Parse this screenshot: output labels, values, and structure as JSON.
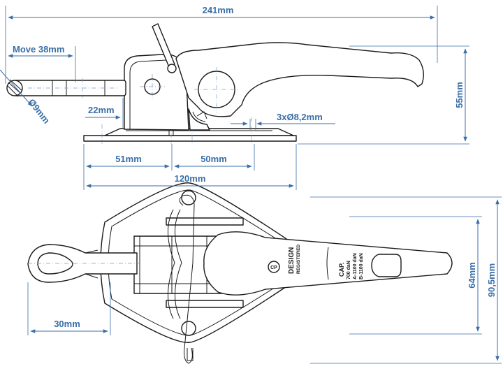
{
  "dimensions": {
    "overall_length": "241mm",
    "move": "Move 38mm",
    "pin_diameter": "Ø9mm",
    "offset": "22mm",
    "holes": "3xØ8,2mm",
    "height": "55mm",
    "hole_spacing_1": "51mm",
    "hole_spacing_2": "50mm",
    "base_length": "120mm",
    "eye_width": "30mm",
    "inner_width": "64mm",
    "outer_width": "90,5mm"
  },
  "stamps": {
    "design_line1": "DESIGN",
    "design_line2": "REGISTERED",
    "cap_line1": "CAP.",
    "cap_line2": "700 daN",
    "cap_line3": "A-1100 daN",
    "cap_line4": "B-1100 daN"
  },
  "colors": {
    "dimension": "#3a6ea8",
    "outline": "#1a1a1a"
  }
}
